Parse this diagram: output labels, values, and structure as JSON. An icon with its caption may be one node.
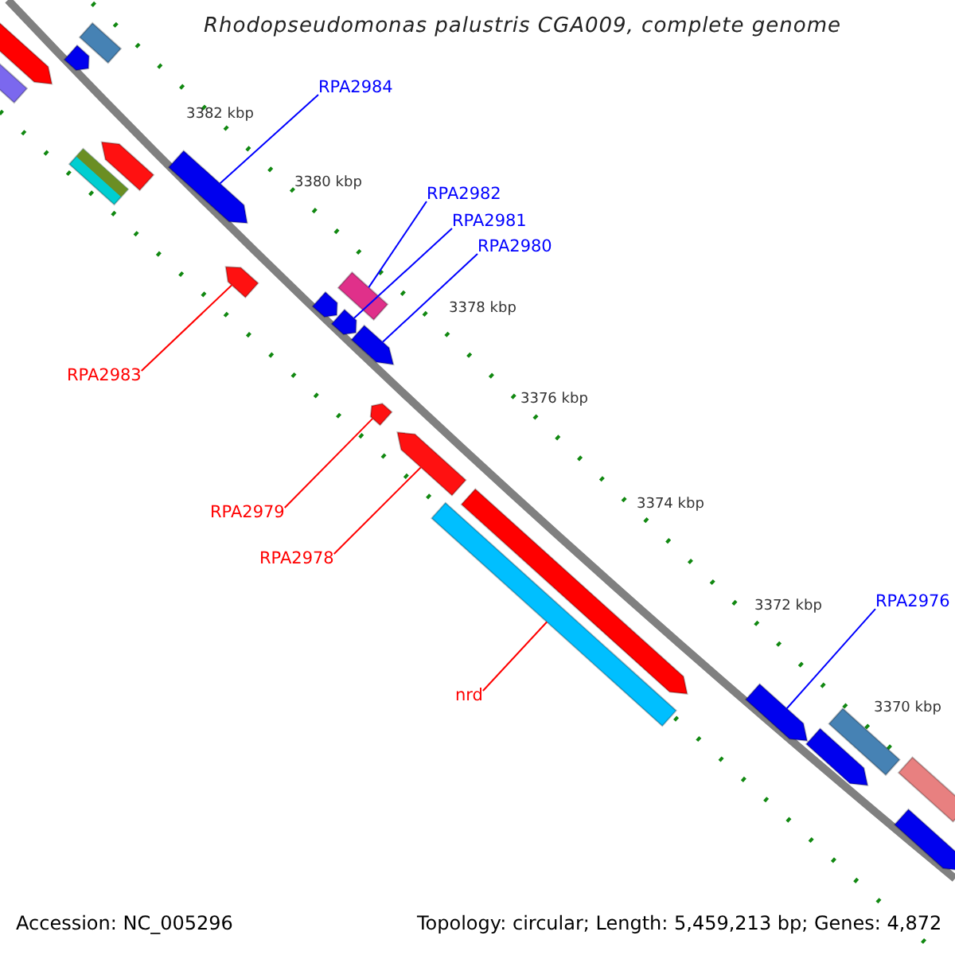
{
  "diagram": {
    "title": "Rhodopseudomonas palustris CGA009, complete genome",
    "nodes": [
      {
        "text": [
          "RPA2984"
        ]
      },
      {
        "text": [],
        "shape": "pentagon"
      },
      {
        "text": [
          "RPA2982"
        ]
      },
      {
        "text": [],
        "shape": "bar"
      },
      {
        "text": [
          "RPA2981"
        ]
      },
      {
        "text": [],
        "shape": "pentagon"
      },
      {
        "text": [
          "RPA2980"
        ]
      },
      {
        "text": [],
        "shape": "pentagon"
      },
      {
        "text": [
          "RPA2983"
        ]
      },
      {
        "text": [],
        "shape": "pentagon"
      },
      {
        "text": [
          "RPA2979"
        ]
      },
      {
        "text": [],
        "shape": "pentagon"
      },
      {
        "text": [
          "RPA2978"
        ]
      },
      {
        "text": [],
        "shape": "pentagon"
      },
      {
        "text": [
          "nrd"
        ]
      },
      {
        "text": [],
        "shape": "bar"
      },
      {
        "text": [
          "RPA2976"
        ]
      },
      {
        "text": [],
        "shape": "pentagon"
      },
      {
        "text": [],
        "shape": "bar"
      },
      {
        "text": [],
        "shape": "pentagon"
      },
      {
        "text": [],
        "shape": "pentagon"
      },
      {
        "text": [],
        "shape": "bar"
      },
      {
        "text": [],
        "shape": "pentagon"
      },
      {
        "text": [],
        "shape": "bar"
      },
      {
        "text": [],
        "shape": "pentagon"
      },
      {
        "text": [],
        "shape": "pentagon"
      },
      {
        "text": [],
        "shape": "bar"
      },
      {
        "text": [],
        "shape": "pentagon"
      },
      {
        "text": [],
        "shape": "bar"
      },
      {
        "text": [],
        "shape": "pentagon"
      }
    ],
    "edges": [
      {
        "from": 0,
        "to": 1,
        "arrow": "none"
      },
      {
        "from": 2,
        "to": 3,
        "arrow": "none"
      },
      {
        "from": 4,
        "to": 5,
        "arrow": "none"
      },
      {
        "from": 6,
        "to": 7,
        "arrow": "none"
      },
      {
        "from": 8,
        "to": 9,
        "arrow": "none",
        "color": "#ff0000"
      },
      {
        "from": 10,
        "to": 11,
        "arrow": "none",
        "color": "#ff0000"
      },
      {
        "from": 12,
        "to": 13,
        "arrow": "none",
        "color": "#ff0000"
      },
      {
        "from": 14,
        "to": 15,
        "arrow": "none",
        "color": "#ff0000"
      },
      {
        "from": 16,
        "to": 17,
        "arrow": "none"
      }
    ],
    "labels": [
      "3382 kbp",
      "3380 kbp",
      "3378 kbp",
      "3376 kbp",
      "3374 kbp",
      "3372 kbp",
      "3370 kbp",
      "Accession: NC_005296",
      "Topology: circular; Length: 5,459,213 bp; Genes: 4,872"
    ]
  }
}
